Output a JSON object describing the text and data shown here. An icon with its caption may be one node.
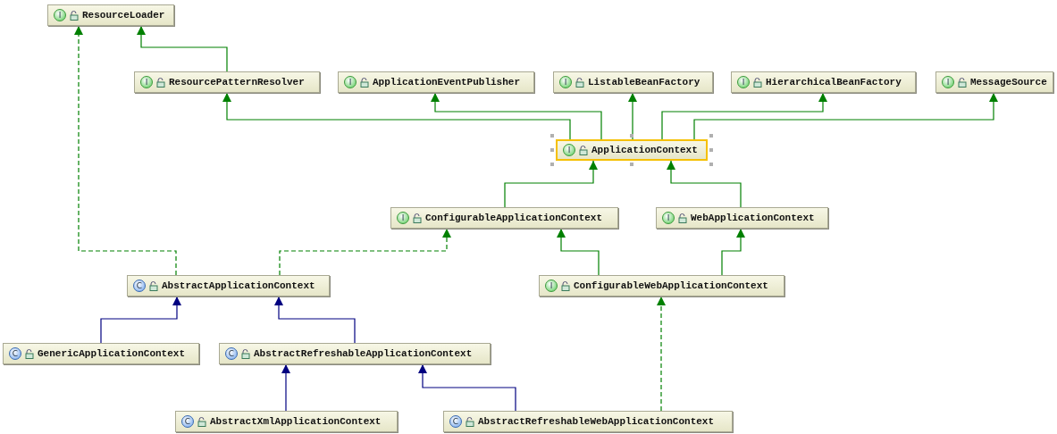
{
  "diagram": {
    "nodes": [
      {
        "text": [
          "I",
          "ResourceLoader"
        ]
      },
      {
        "text": [
          "I",
          "ResourcePatternResolver"
        ]
      },
      {
        "text": [
          "I",
          "ApplicationEventPublisher"
        ]
      },
      {
        "text": [
          "I",
          "ListableBeanFactory"
        ]
      },
      {
        "text": [
          "I",
          "HierarchicalBeanFactory"
        ]
      },
      {
        "text": [
          "I",
          "MessageSource"
        ]
      },
      {
        "text": [
          "I",
          "ApplicationContext"
        ]
      },
      {
        "text": [
          "I",
          "ConfigurableApplicationContext"
        ]
      },
      {
        "text": [
          "I",
          "WebApplicationContext"
        ]
      },
      {
        "text": [
          "C",
          "AbstractApplicationContext"
        ]
      },
      {
        "text": [
          "I",
          "ConfigurableWebApplicationContext"
        ]
      },
      {
        "text": [
          "C",
          "GenericApplicationContext"
        ]
      },
      {
        "text": [
          "C",
          "AbstractRefreshableApplicationContext"
        ]
      },
      {
        "text": [
          "C",
          "AbstractXmlApplicationContext"
        ]
      },
      {
        "text": [
          "C",
          "AbstractRefreshableWebApplicationContext"
        ]
      }
    ],
    "edges": [
      {
        "from": 1,
        "to": 0,
        "arrow": "to"
      },
      {
        "from": 6,
        "to": 1,
        "arrow": "to"
      },
      {
        "from": 6,
        "to": 2,
        "arrow": "to"
      },
      {
        "from": 6,
        "to": 3,
        "arrow": "to"
      },
      {
        "from": 6,
        "to": 4,
        "arrow": "to"
      },
      {
        "from": 6,
        "to": 5,
        "arrow": "to"
      },
      {
        "from": 7,
        "to": 6,
        "arrow": "to"
      },
      {
        "from": 8,
        "to": 6,
        "arrow": "to"
      },
      {
        "from": 9,
        "to": 0,
        "arrow": "to",
        "style": "dashed"
      },
      {
        "from": 9,
        "to": 7,
        "arrow": "to",
        "style": "dashed"
      },
      {
        "from": 10,
        "to": 7,
        "arrow": "to"
      },
      {
        "from": 10,
        "to": 8,
        "arrow": "to"
      },
      {
        "from": 11,
        "to": 9,
        "arrow": "to",
        "color": "#000080"
      },
      {
        "from": 12,
        "to": 9,
        "arrow": "to",
        "color": "#000080"
      },
      {
        "from": 13,
        "to": 12,
        "arrow": "to",
        "color": "#000080"
      },
      {
        "from": 14,
        "to": 12,
        "arrow": "to",
        "color": "#000080"
      },
      {
        "from": 14,
        "to": 10,
        "arrow": "to",
        "style": "dashed"
      }
    ]
  }
}
